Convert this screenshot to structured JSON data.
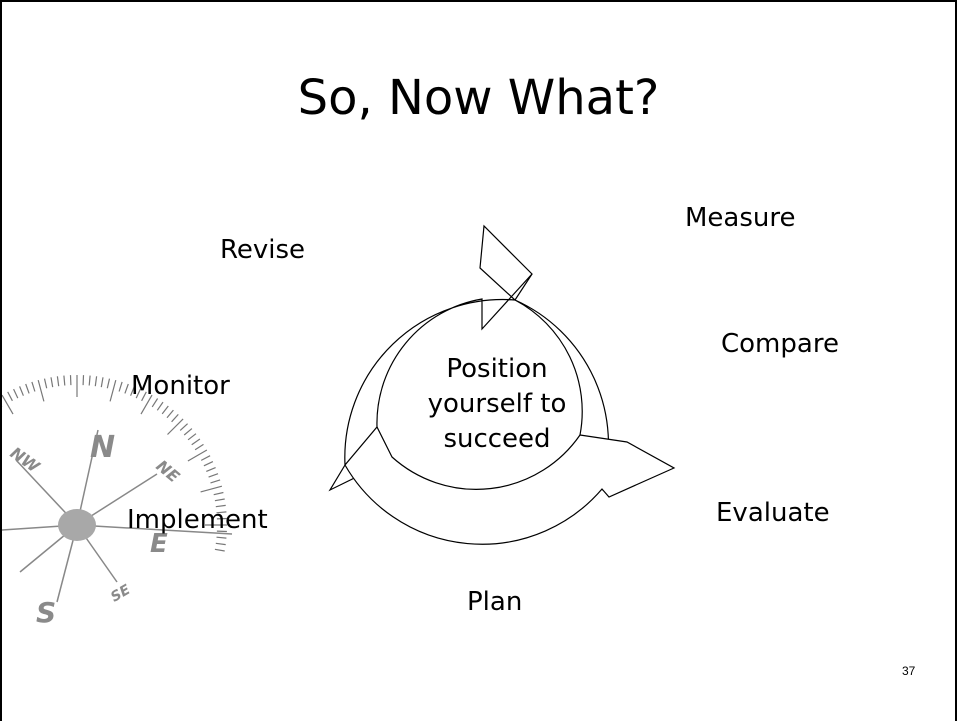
{
  "slide": {
    "title": "So, Now What?",
    "page_number": "37"
  },
  "cycle": {
    "steps": [
      "Measure",
      "Compare",
      "Evaluate",
      "Plan",
      "Implement",
      "Monitor",
      "Revise"
    ],
    "center_lines": [
      "Position",
      "yourself to",
      "succeed"
    ]
  },
  "compass": {
    "icon": "compass-icon",
    "letters": [
      "N",
      "NW",
      "NE",
      "E",
      "S",
      "SE"
    ]
  }
}
